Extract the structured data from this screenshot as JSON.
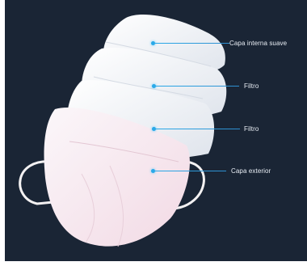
{
  "diagram": {
    "background": "#1a2535",
    "accent": "#2aa9e8",
    "layers": [
      {
        "name": "Capa interna suave"
      },
      {
        "name": "Filtro"
      },
      {
        "name": "Filtro"
      },
      {
        "name": "Capa exterior"
      }
    ]
  }
}
